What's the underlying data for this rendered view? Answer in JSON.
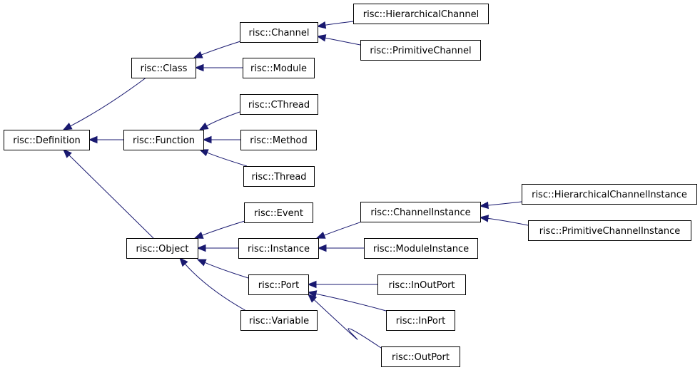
{
  "diagram": {
    "nodes": [
      {
        "id": "definition",
        "label": "risc::Definition"
      },
      {
        "id": "class",
        "label": "risc::Class"
      },
      {
        "id": "function",
        "label": "risc::Function"
      },
      {
        "id": "object",
        "label": "risc::Object"
      },
      {
        "id": "channel",
        "label": "risc::Channel"
      },
      {
        "id": "module",
        "label": "risc::Module"
      },
      {
        "id": "hierarchical_channel",
        "label": "risc::HierarchicalChannel"
      },
      {
        "id": "primitive_channel",
        "label": "risc::PrimitiveChannel"
      },
      {
        "id": "cthread",
        "label": "risc::CThread"
      },
      {
        "id": "method",
        "label": "risc::Method"
      },
      {
        "id": "thread",
        "label": "risc::Thread"
      },
      {
        "id": "event",
        "label": "risc::Event"
      },
      {
        "id": "instance",
        "label": "risc::Instance"
      },
      {
        "id": "port",
        "label": "risc::Port"
      },
      {
        "id": "variable",
        "label": "risc::Variable"
      },
      {
        "id": "channel_instance",
        "label": "risc::ChannelInstance"
      },
      {
        "id": "module_instance",
        "label": "risc::ModuleInstance"
      },
      {
        "id": "hierarchical_channel_instance",
        "label": "risc::HierarchicalChannelInstance"
      },
      {
        "id": "primitive_channel_instance",
        "label": "risc::PrimitiveChannelInstance"
      },
      {
        "id": "inout_port",
        "label": "risc::InOutPort"
      },
      {
        "id": "in_port",
        "label": "risc::InPort"
      },
      {
        "id": "out_port",
        "label": "risc::OutPort"
      }
    ],
    "edges": [
      {
        "from": "class",
        "to": "definition"
      },
      {
        "from": "function",
        "to": "definition"
      },
      {
        "from": "object",
        "to": "definition"
      },
      {
        "from": "channel",
        "to": "class"
      },
      {
        "from": "module",
        "to": "class"
      },
      {
        "from": "hierarchical_channel",
        "to": "channel"
      },
      {
        "from": "primitive_channel",
        "to": "channel"
      },
      {
        "from": "cthread",
        "to": "function"
      },
      {
        "from": "method",
        "to": "function"
      },
      {
        "from": "thread",
        "to": "function"
      },
      {
        "from": "event",
        "to": "object"
      },
      {
        "from": "instance",
        "to": "object"
      },
      {
        "from": "port",
        "to": "object"
      },
      {
        "from": "variable",
        "to": "object"
      },
      {
        "from": "channel_instance",
        "to": "instance"
      },
      {
        "from": "module_instance",
        "to": "instance"
      },
      {
        "from": "hierarchical_channel_instance",
        "to": "channel_instance"
      },
      {
        "from": "primitive_channel_instance",
        "to": "channel_instance"
      },
      {
        "from": "inout_port",
        "to": "port"
      },
      {
        "from": "in_port",
        "to": "port"
      },
      {
        "from": "out_port",
        "to": "port"
      }
    ],
    "colors": {
      "edge": "#191970",
      "node_border": "#000000",
      "node_fill": "#ffffff",
      "text": "#000000"
    }
  }
}
